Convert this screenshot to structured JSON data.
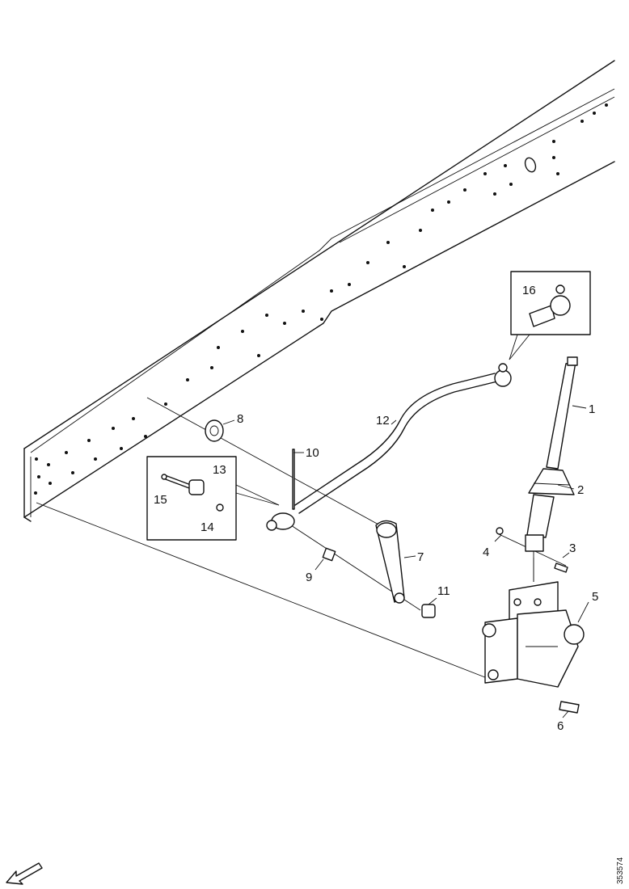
{
  "diagram": {
    "callouts": {
      "c1": "1",
      "c2": "2",
      "c3": "3",
      "c4": "4",
      "c5": "5",
      "c6": "6",
      "c7": "7",
      "c8": "8",
      "c9": "9",
      "c10": "10",
      "c11": "11",
      "c12": "12",
      "c13": "13",
      "c14": "14",
      "c15": "15",
      "c16": "16"
    },
    "reference_number": "353574",
    "icons": {
      "front_direction": "arrow-icon"
    }
  }
}
